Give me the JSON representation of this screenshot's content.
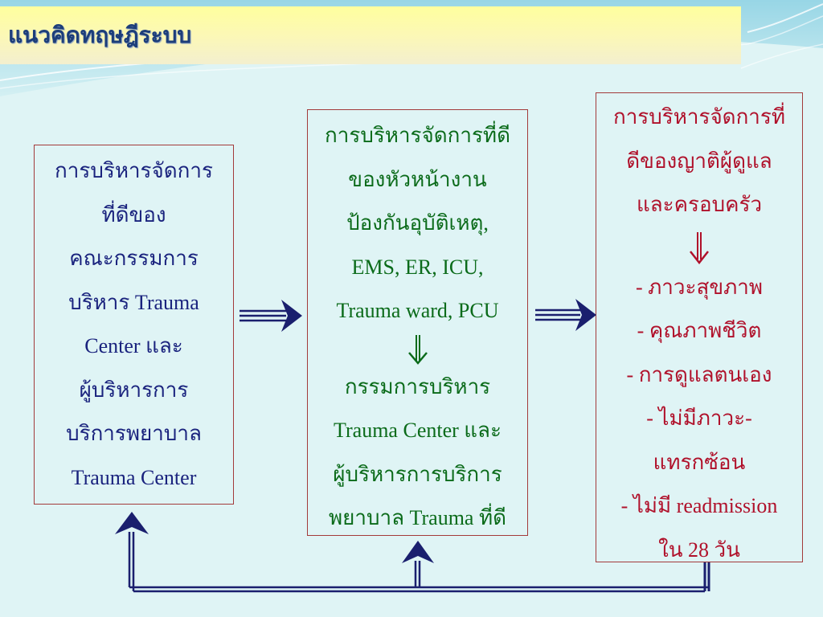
{
  "title": "แนวคิดทฤษฎีระบบ",
  "boxes": [
    {
      "lines": [
        "การบริหารจัดการ",
        "ที่ดีของ",
        "คณะกรรมการ",
        "บริหาร Trauma",
        "Center และ",
        "ผู้บริหารการ",
        "บริการพยาบาล",
        "Trauma Center"
      ]
    },
    {
      "lines_top": [
        "การบริหารจัดการที่ดี",
        "ของหัวหน้างาน",
        "ป้องกันอุบัติเหตุ,",
        "EMS, ER, ICU,",
        "Trauma ward, PCU"
      ],
      "lines_bottom": [
        "กรรมการบริหาร",
        "Trauma Center และ",
        "ผู้บริหารการบริการ",
        "พยาบาล Trauma ที่ดี"
      ]
    },
    {
      "lines_top": [
        "การบริหารจัดการที่",
        "ดีของญาติผู้ดูแล",
        "และครอบครัว"
      ],
      "lines_bottom": [
        "- ภาวะสุขภาพ",
        "- คุณภาพชีวิต",
        "- การดูแลตนเอง",
        "- ไม่มีภาวะ-",
        "แทรกซ้อน",
        "- ไม่มี readmission",
        "ใน 28 วัน"
      ]
    }
  ],
  "colors": {
    "box1_text": "#1a237e",
    "box2_text": "#0b6b1a",
    "box3_text": "#b0112b",
    "box_border": "#a33a3a",
    "arrow": "#1a1f6e",
    "title_text": "#1d3e7a",
    "title_bar": "#ffff9e",
    "background": "#dff4f5"
  },
  "icons": {
    "flow_arrow": "double-right-arrow-icon",
    "feedback_arrow": "double-up-arrow-icon",
    "inner_arrow": "double-down-arrow-icon"
  }
}
